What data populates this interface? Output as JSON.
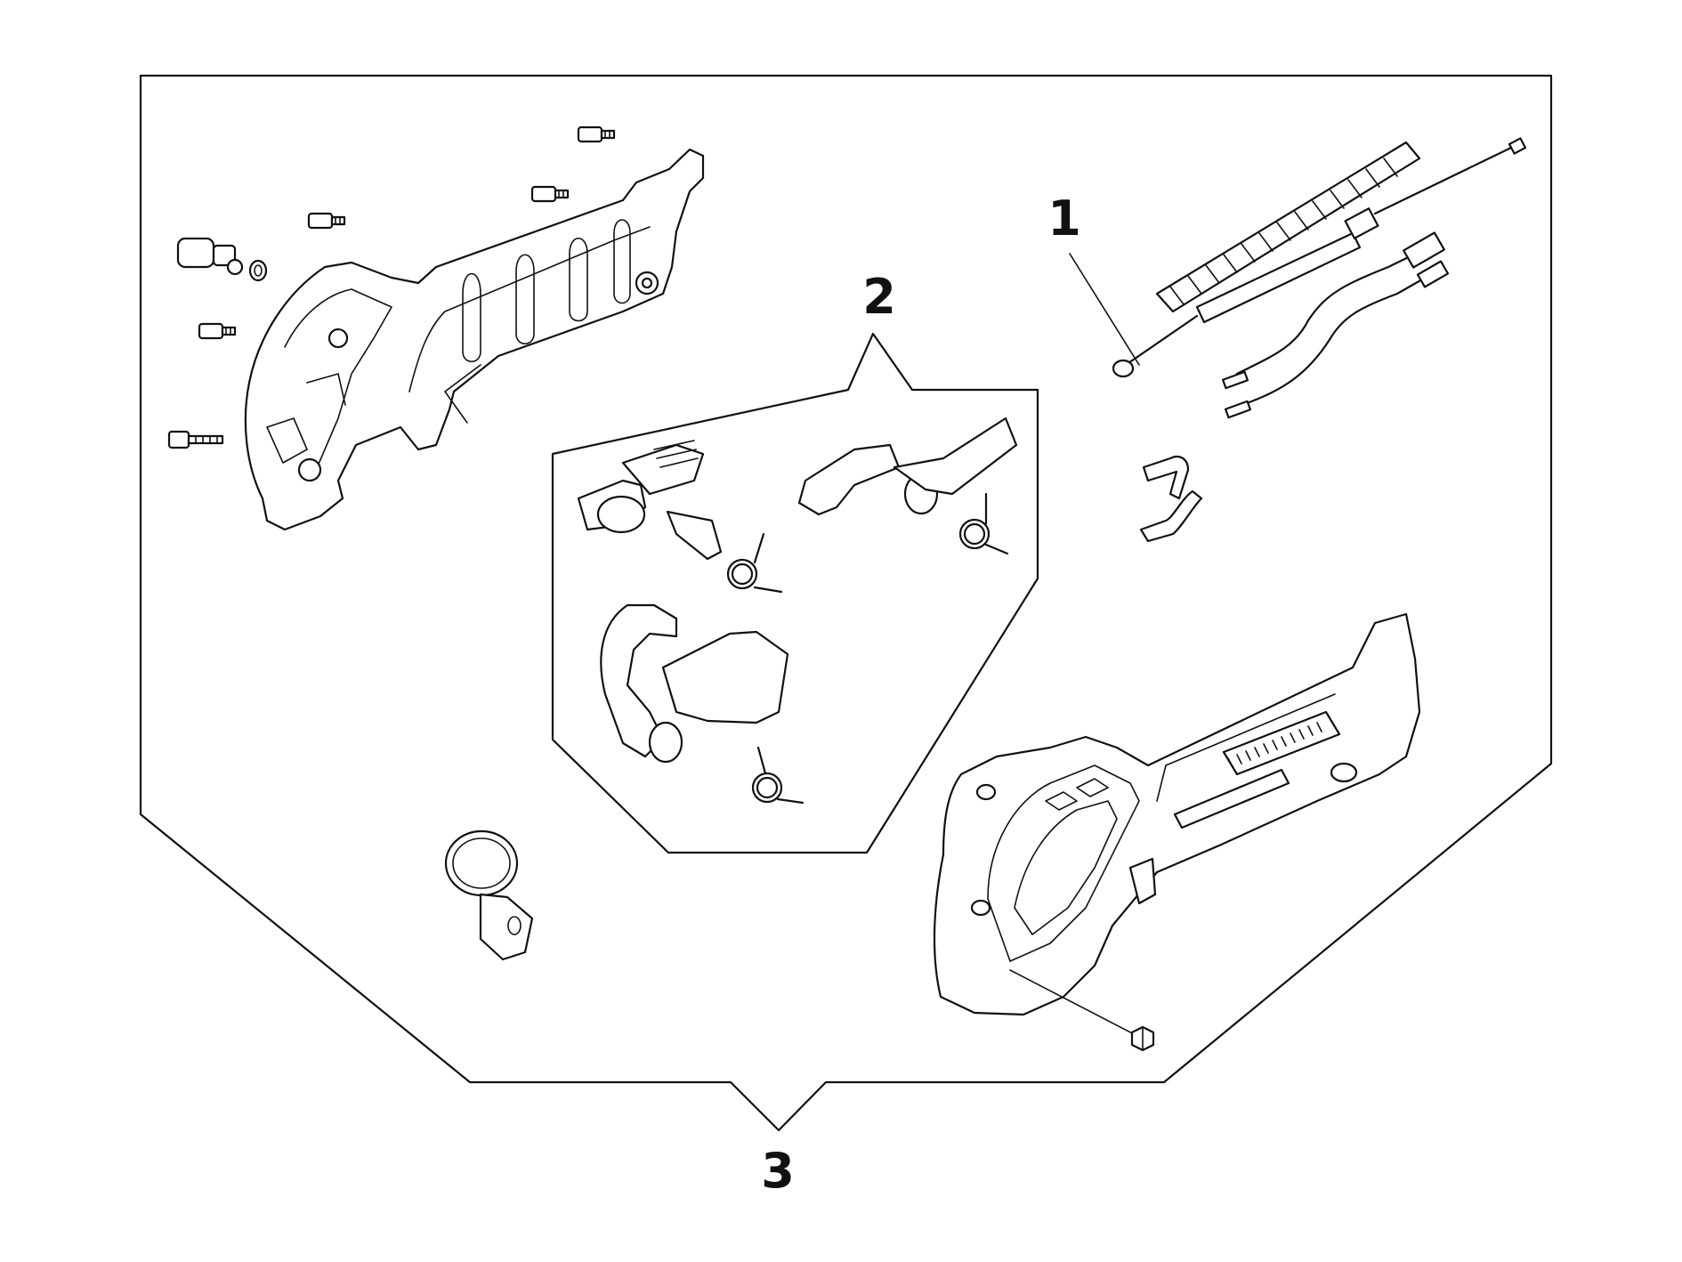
{
  "callouts": {
    "c1": "1",
    "c2": "2",
    "c3": "3"
  },
  "colors": {
    "line": "#111111",
    "background": "#ffffff"
  }
}
